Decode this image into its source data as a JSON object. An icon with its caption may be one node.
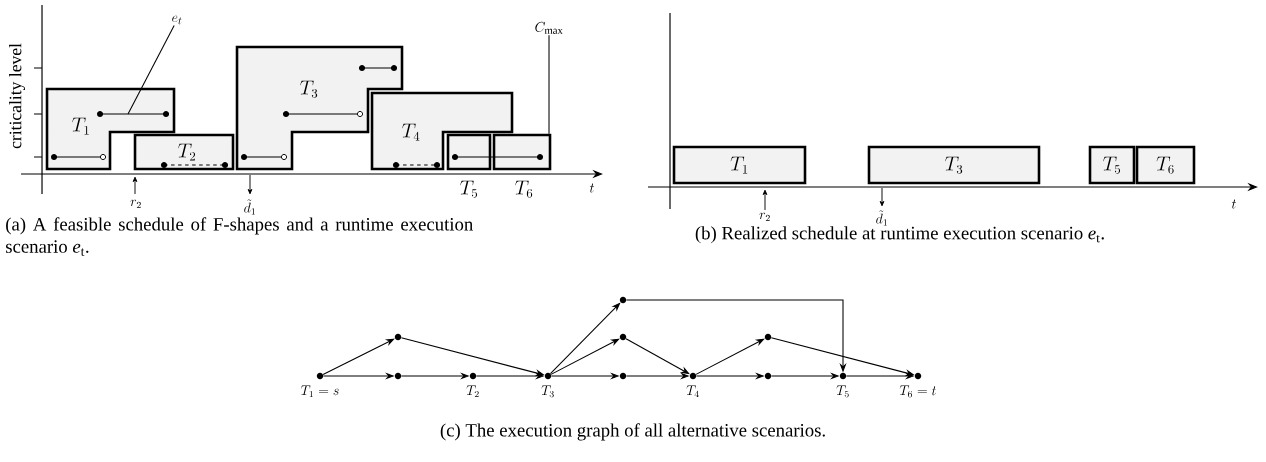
{
  "diagram": {
    "nodes": [
      {
        "text": [
          "T_1"
        ]
      },
      {
        "text": [
          "T_2"
        ]
      },
      {
        "text": [
          "T_3"
        ]
      },
      {
        "text": [
          "T_4"
        ]
      },
      {
        "text": [
          "T_5"
        ]
      },
      {
        "text": [
          "T_6"
        ]
      },
      {
        "text": [
          "e_t"
        ]
      },
      {
        "text": [
          "C_{\\max}"
        ]
      },
      {
        "text": [
          "T_1"
        ]
      },
      {
        "text": [
          "T_3"
        ]
      },
      {
        "text": [
          "T_5"
        ]
      },
      {
        "text": [
          "T_6"
        ]
      },
      {
        "text": [],
        "shape": "circle",
        "beside": [
          "T_1 = s"
        ]
      },
      {
        "text": [],
        "shape": "circle"
      },
      {
        "text": [],
        "shape": "circle"
      },
      {
        "text": [],
        "shape": "circle",
        "beside": [
          "T_2"
        ]
      },
      {
        "text": [],
        "shape": "circle",
        "beside": [
          "T_3"
        ]
      },
      {
        "text": [],
        "shape": "circle"
      },
      {
        "text": [],
        "shape": "circle"
      },
      {
        "text": [],
        "shape": "circle"
      },
      {
        "text": [],
        "shape": "circle",
        "beside": [
          "T_4"
        ]
      },
      {
        "text": [],
        "shape": "circle"
      },
      {
        "text": [],
        "shape": "circle"
      },
      {
        "text": [],
        "shape": "circle",
        "beside": [
          "T_5"
        ]
      },
      {
        "text": [],
        "shape": "circle",
        "beside": [
          "T_6 = t"
        ]
      }
    ],
    "edges": [
      {
        "from": 6,
        "to": 0,
        "arrow": "none"
      },
      {
        "from": 7,
        "to": 5,
        "arrow": "none"
      },
      {
        "from": 12,
        "to": 13,
        "arrow": "to"
      },
      {
        "from": 12,
        "to": 14,
        "arrow": "to"
      },
      {
        "from": 13,
        "to": 16,
        "arrow": "to"
      },
      {
        "from": 14,
        "to": 15,
        "arrow": "to"
      },
      {
        "from": 15,
        "to": 16,
        "arrow": "to"
      },
      {
        "from": 16,
        "to": 17,
        "arrow": "to"
      },
      {
        "from": 16,
        "to": 18,
        "arrow": "to"
      },
      {
        "from": 16,
        "to": 19,
        "arrow": "to"
      },
      {
        "from": 17,
        "to": 23,
        "arrow": "to"
      },
      {
        "from": 18,
        "to": 20,
        "arrow": "to"
      },
      {
        "from": 19,
        "to": 20,
        "arrow": "to"
      },
      {
        "from": 20,
        "to": 21,
        "arrow": "to"
      },
      {
        "from": 20,
        "to": 22,
        "arrow": "to"
      },
      {
        "from": 21,
        "to": 24,
        "arrow": "to"
      },
      {
        "from": 22,
        "to": 23,
        "arrow": "to"
      },
      {
        "from": 23,
        "to": 24,
        "arrow": "to"
      }
    ],
    "labels": [
      "criticality level",
      "r_2",
      "\\tilde{d}_1",
      "t",
      "(a) A feasible schedule of F-shapes and a runtime execution scenario *e*$_{t}$.",
      "r_2",
      "\\tilde{d}_1",
      "t",
      "(b) Realized schedule at runtime execution scenario *e*$_{t}$.",
      "(c) The execution graph of all alternative scenarios."
    ]
  }
}
